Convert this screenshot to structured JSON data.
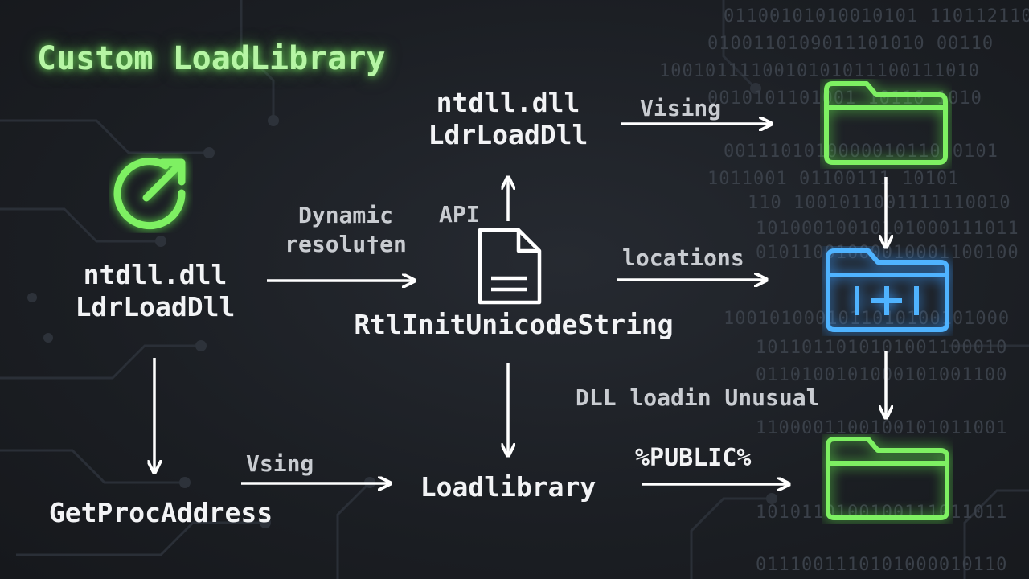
{
  "title": "Custom LoadLibrary",
  "nodes": {
    "left_module": "ntdll.dll",
    "left_function": "LdrLoadDll",
    "top_module": "ntdll.dll",
    "top_function": "LdrLoadDll",
    "middle_function": "RtlInitUnicodeString",
    "bottom_left": "GetProcAddress",
    "bottom_middle": "Loadlibrary",
    "public_path": "%PUBLIC%"
  },
  "edge_labels": {
    "dynamic_line1": "Dynamic",
    "dynamic_line2": "resolu†en",
    "api": "API",
    "vising": "Vising",
    "locations": "locations",
    "vsing": "Vsing",
    "dll_loading": "DLL loadin Unusual"
  },
  "background_binary": [
    "01100101010010101  1101121100",
    "0100110109011101010   00110",
    "1001011110010101011100111010",
    "0010101101001   10110  1010",
    "0011101010000010110  0101",
    "1011001   01100111   10101",
    "110  1001011001111110010",
    "10100010010101000111011",
    "01011001000010001100100",
    "1001010001011010100101000",
    "1011011010101001100010",
    "0110100101000101001100",
    "1100001100100101011001",
    "1010110100100111011011",
    "0111001110101000010110"
  ],
  "icons": {
    "external": "external-link-icon",
    "document": "document-icon",
    "folder_top": "folder-icon",
    "folder_mid": "folder-icon",
    "folder_bottom": "folder-icon"
  },
  "colors": {
    "background": "#1c1f24",
    "accent_green": "#7ef062",
    "accent_blue": "#4fb3ff",
    "text": "#f2f3f5",
    "arrow": "#ffffff"
  }
}
